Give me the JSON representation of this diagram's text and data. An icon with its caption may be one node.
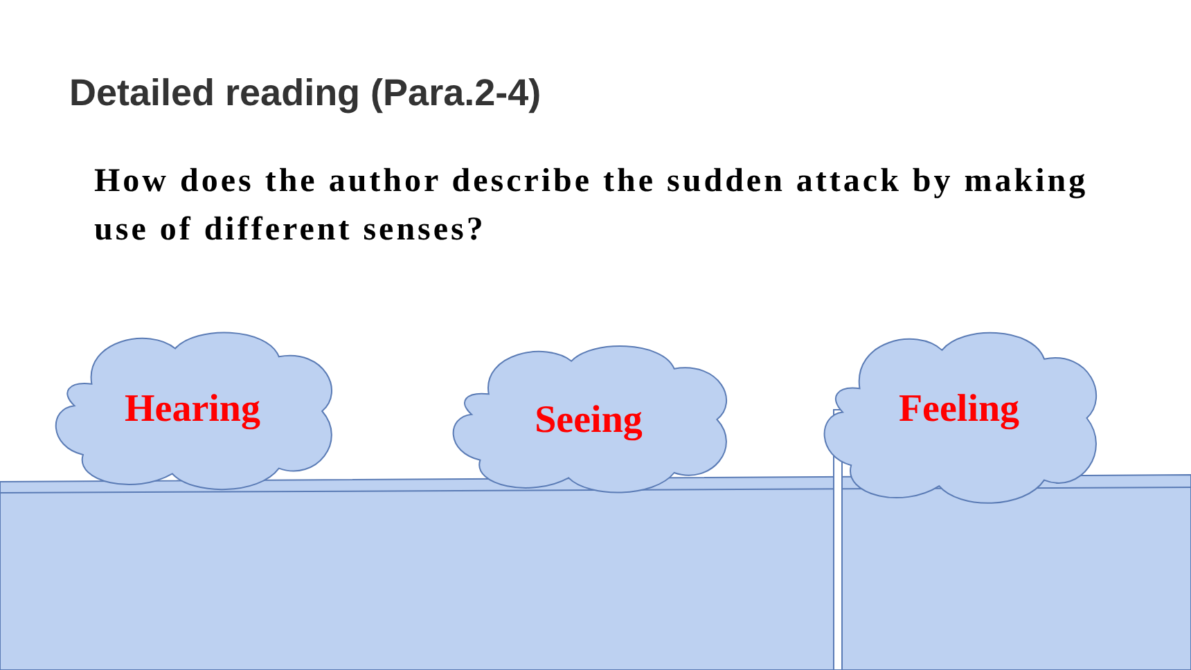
{
  "diagram": {
    "title": "Detailed reading (Para.2-4)",
    "nodes": [
      {
        "text": [
          "Hearing"
        ]
      },
      {
        "text": [
          "Seeing"
        ]
      },
      {
        "text": [
          "Feeling"
        ]
      }
    ],
    "labels": [
      "How does the author describe the sudden attack by making use of different senses?"
    ]
  }
}
